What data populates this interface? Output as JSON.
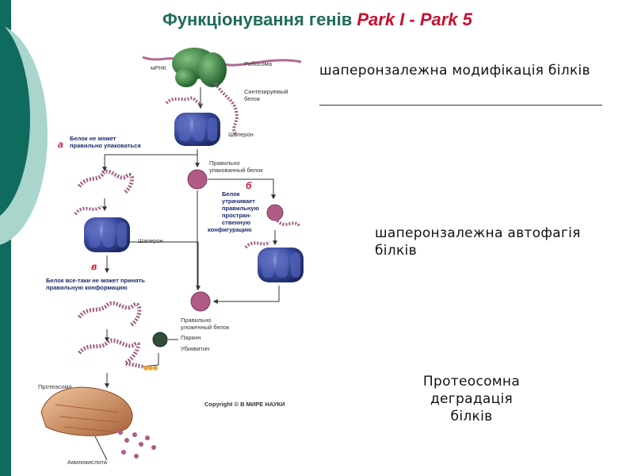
{
  "slide": {
    "title_prefix": "Функціонування генів ",
    "title_genes": "Park I - Park 5",
    "note_modification": "шаперонзалежна модифікація білків",
    "note_autophagy": "шаперонзалежна автофагія білків",
    "note_proteasome": "Протеосомна деградація білків"
  },
  "diagram": {
    "labels": {
      "mrna": "мРНК",
      "ribosome": "Рибосома",
      "synth1": "Синтезируемый",
      "synth2": "белок",
      "chaperone_top": "Шаперон",
      "cannot_fold1": "Белок не может",
      "cannot_fold2": "правильно упаковаться",
      "folded1": "Правильно",
      "folded2": "упакованный белок",
      "loses1": "Белок",
      "loses2": "утрачивает",
      "loses3": "правильную",
      "loses4": "простран-",
      "loses5": "ственную",
      "loses6": "конфигурацию",
      "chaperone_mid": "Шаперон",
      "still1": "Белок все-таки не может принять",
      "still2": "правильную конформацию",
      "placed1": "Правильно",
      "placed2": "уложенный белок",
      "parkin": "Паркин",
      "ubiquitin": "Убиквитин",
      "proteasome": "Протеасома",
      "amino": "Аминокислота",
      "copyright": "Copyright © В МИРЕ НАУКИ"
    },
    "steps": {
      "a": "а",
      "b": "б",
      "c": "в"
    }
  },
  "colors": {
    "title": "#1f6b5a",
    "title_accent": "#c8102e",
    "left_bar": "#0f6b5e",
    "left_ring": "#a9d5cd",
    "chaperone": "#3a4ba0",
    "protein_chain": "#a05a80",
    "ribosome": "#2f7a3a",
    "proteasome": "#c9855a"
  }
}
